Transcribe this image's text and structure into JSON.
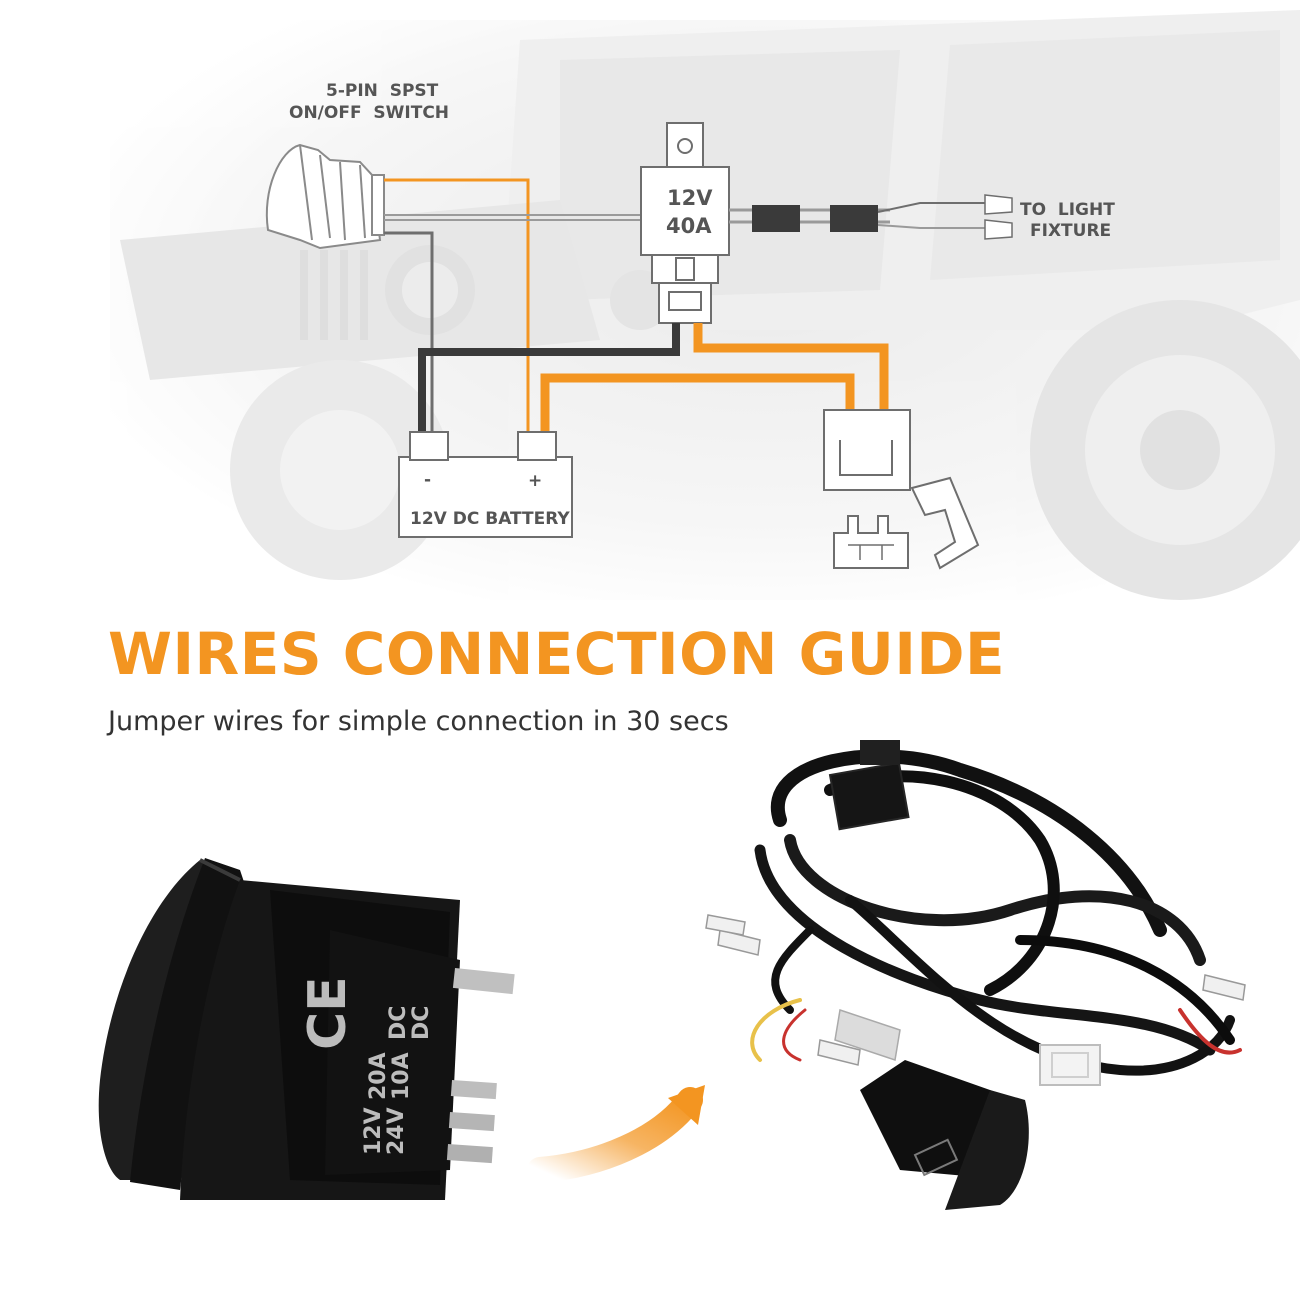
{
  "diagram": {
    "switch_label_line1": "5-PIN  SPST",
    "switch_label_line2": "ON/OFF  SWITCH",
    "relay_label_line1": "12V",
    "relay_label_line2": "40A",
    "light_label_line1": "TO  LIGHT",
    "light_label_line2": "FIXTURE",
    "battery_label": "12V DC BATTERY",
    "battery_negative": "-",
    "battery_positive": "+"
  },
  "heading": {
    "title": "WIRES CONNECTION GUIDE",
    "subtitle": "Jumper wires for simple connection in 30 secs"
  },
  "photo": {
    "switch_marking_ce": "CE",
    "switch_marking_line1": "DC",
    "switch_marking_line2": "DC",
    "switch_marking_line3": "20A",
    "switch_marking_line4": "10A",
    "switch_marking_line5": "12V",
    "switch_marking_line6": "24V"
  },
  "colors": {
    "accent_orange": "#f39521",
    "wire_black": "#3a3a3a",
    "outline_gray": "#6e6e6e",
    "text_dark": "#333333"
  }
}
